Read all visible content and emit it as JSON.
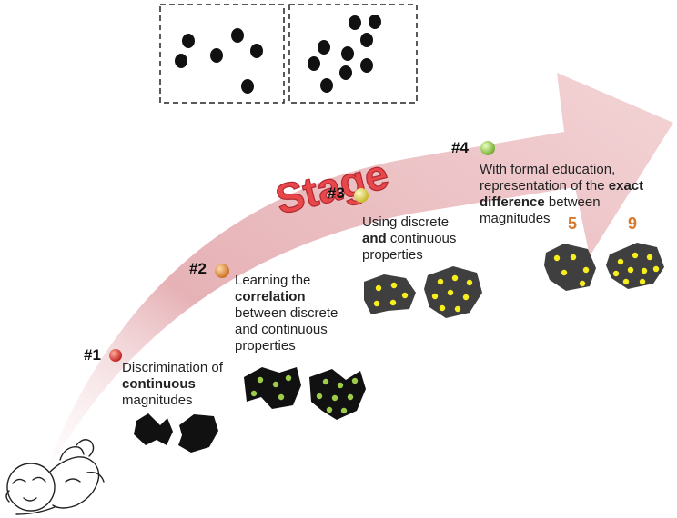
{
  "title": "Stage",
  "stages": [
    {
      "number": "#1",
      "pre": "Discrimination of ",
      "bold": "continuous",
      "post": " magnitudes",
      "bead_color": "#d21e1e"
    },
    {
      "number": "#2",
      "pre": "Learning the ",
      "bold": "correlation",
      "post": " between discrete and continuous properties",
      "bead_color": "#d8822e"
    },
    {
      "number": "#3",
      "pre": "Using discrete ",
      "bold": "and",
      "post": " continuous properties",
      "bead_color": "#d7c62c"
    },
    {
      "number": "#4",
      "pre": "With formal education, representation of the ",
      "bold": "exact difference",
      "post": " between magnitudes",
      "bead_color": "#8dc63f"
    }
  ],
  "magnitudes": [
    "5",
    "9"
  ],
  "colors": {
    "arrow": "#eec9cc",
    "title": "#e8474c",
    "blob_dark": "#3f3f3f",
    "blob_black": "#111111",
    "dot_green": "#9ccc4a",
    "dot_yellow": "#f7ee1e"
  },
  "icons": [
    "baby-icon",
    "bead-icon",
    "dot-set-icon"
  ]
}
